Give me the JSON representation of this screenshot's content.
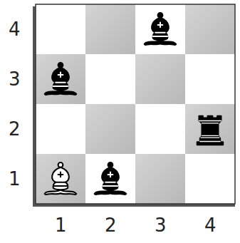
{
  "diagram": {
    "labels": [
      "4",
      "3",
      "2",
      "1",
      "1",
      "2",
      "3",
      "4"
    ]
  }
}
